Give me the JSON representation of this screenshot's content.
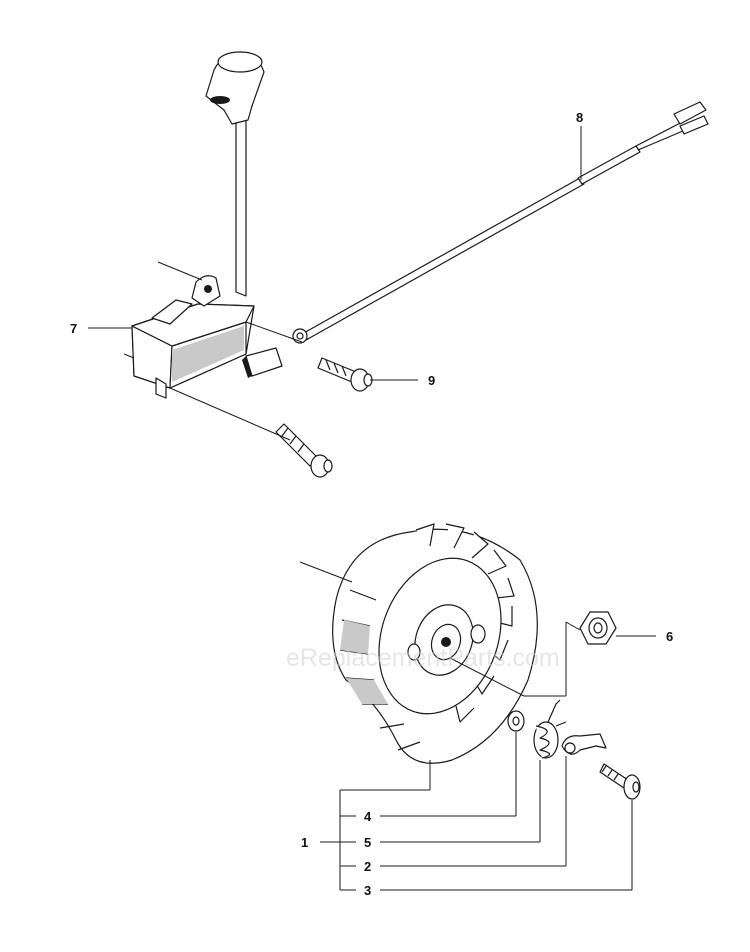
{
  "watermark": "eReplacementParts.com",
  "callouts": {
    "c1": "1",
    "c2": "2",
    "c3": "3",
    "c4": "4",
    "c5": "5",
    "c6": "6",
    "c7": "7",
    "c8": "8",
    "c9": "9"
  }
}
